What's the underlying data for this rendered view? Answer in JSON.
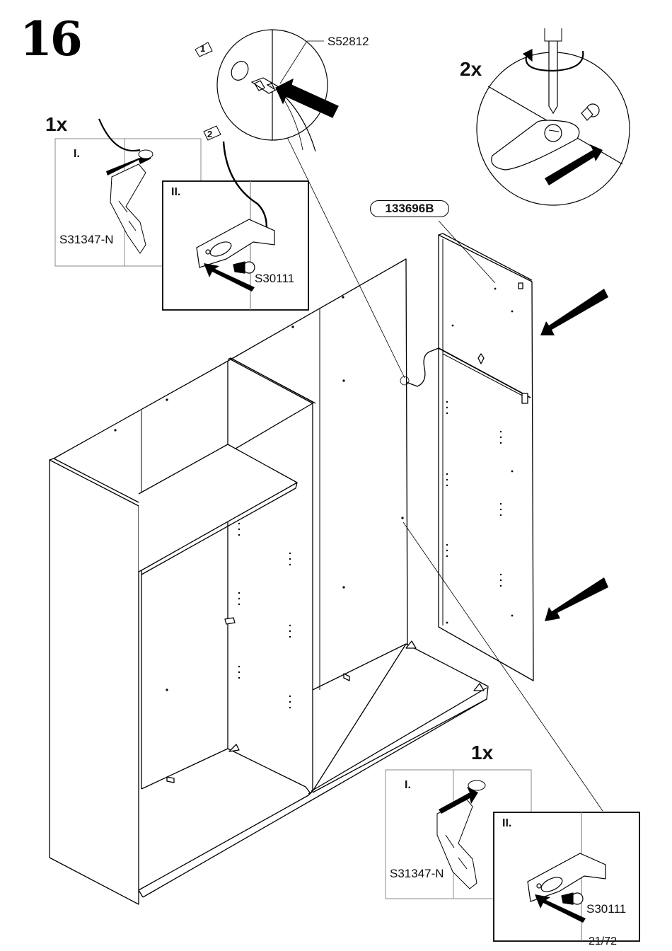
{
  "step_number": "16",
  "callouts": {
    "top_left": {
      "quantity": "1x",
      "roman_1": "I.",
      "roman_2": "II.",
      "part_bracket": "S31347-N",
      "part_screw": "S30111"
    },
    "bottom_right": {
      "quantity": "1x",
      "roman_1": "I.",
      "roman_2": "II.",
      "part_bracket": "S31347-N",
      "part_screw": "S30111"
    },
    "wire_detail": {
      "step_marker": "1",
      "part_connector": "S52812"
    },
    "bracket_step_marker": "2",
    "screw_detail": {
      "quantity": "2x"
    }
  },
  "panel_part_number": "133696B",
  "page_number": "21/72",
  "icons": [
    "insert-arrow-icon",
    "rotation-arrow-icon",
    "screwdriver-icon",
    "cable-icon",
    "connector-icon",
    "bracket-icon",
    "screw-icon",
    "cap-icon"
  ]
}
